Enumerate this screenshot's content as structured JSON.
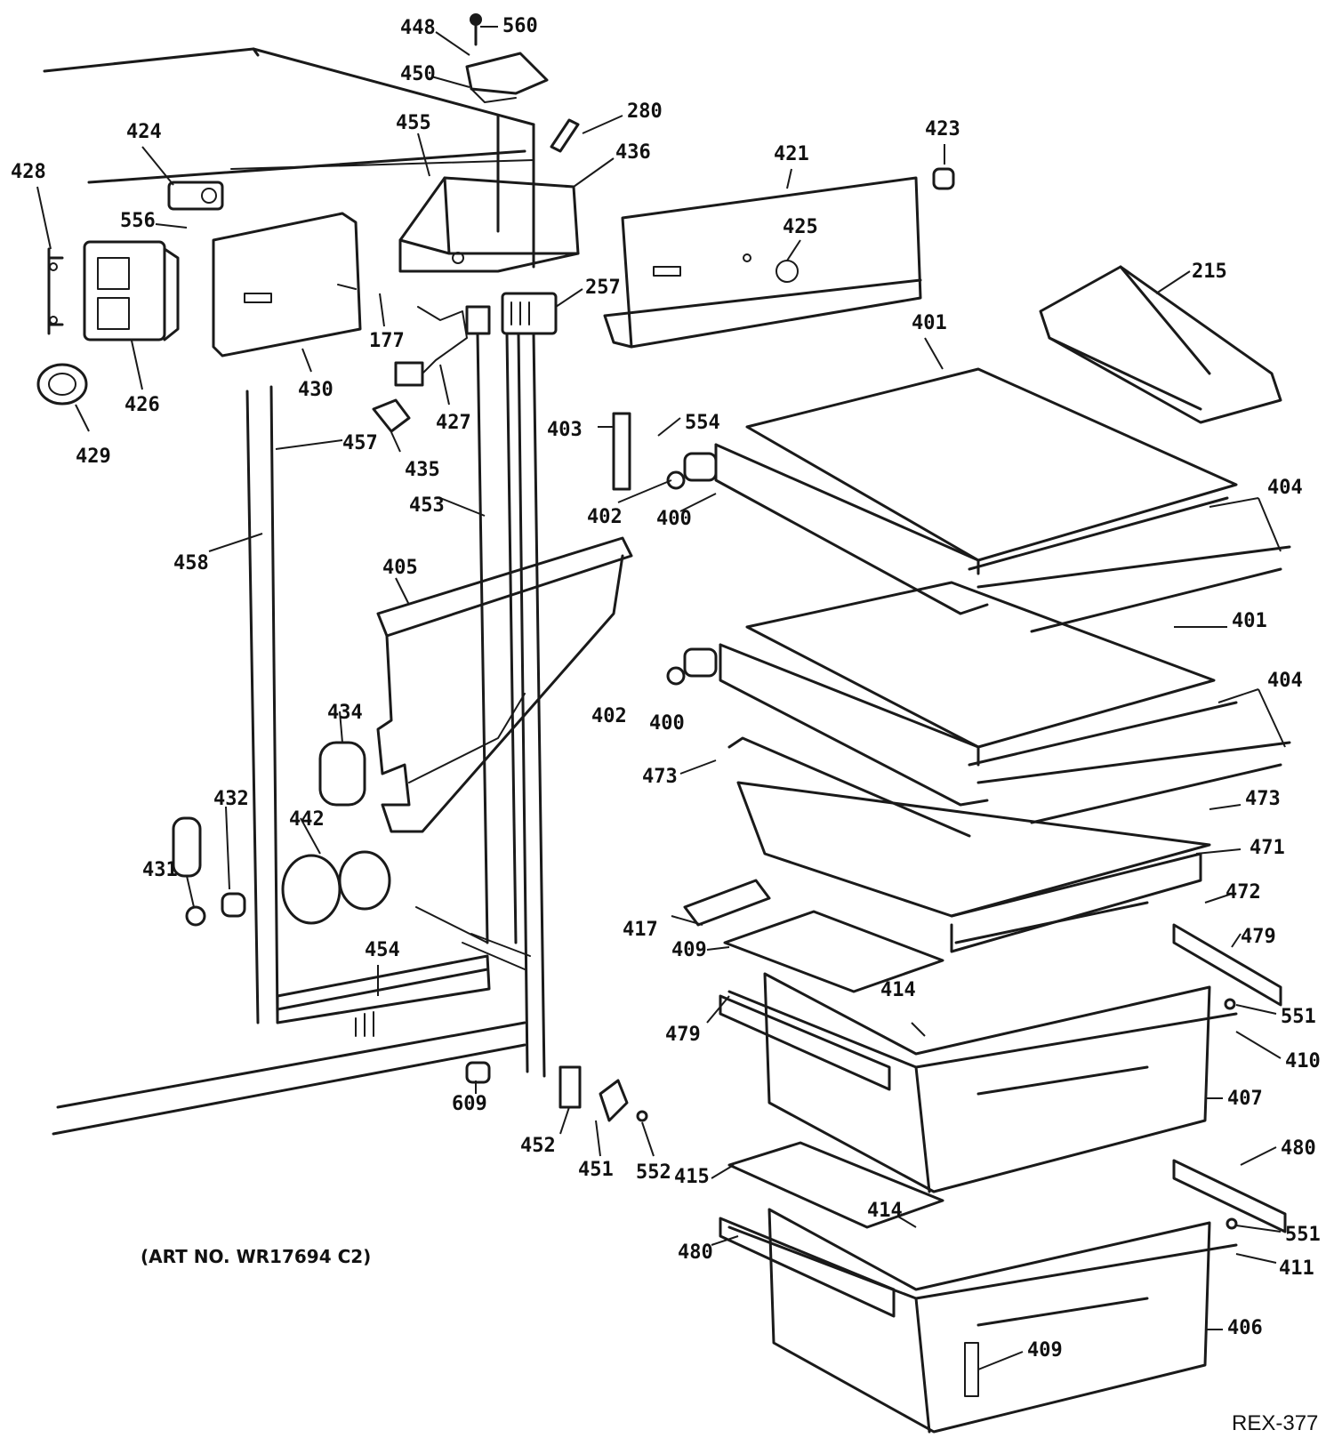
{
  "art_note": "(ART NO. WR17694 C2)",
  "drawing_code": "REX-377",
  "callouts": [
    "448",
    "560",
    "450",
    "280",
    "455",
    "436",
    "424",
    "428",
    "556",
    "426",
    "430",
    "177",
    "421",
    "423",
    "425",
    "215",
    "257",
    "427",
    "435",
    "429",
    "457",
    "458",
    "453",
    "405",
    "403",
    "554",
    "402",
    "400",
    "401",
    "404",
    "434",
    "432",
    "431",
    "442",
    "454",
    "473",
    "471",
    "472",
    "417",
    "409",
    "479",
    "551",
    "414",
    "410",
    "407",
    "415",
    "480",
    "411",
    "406",
    "609",
    "452",
    "451",
    "552"
  ]
}
